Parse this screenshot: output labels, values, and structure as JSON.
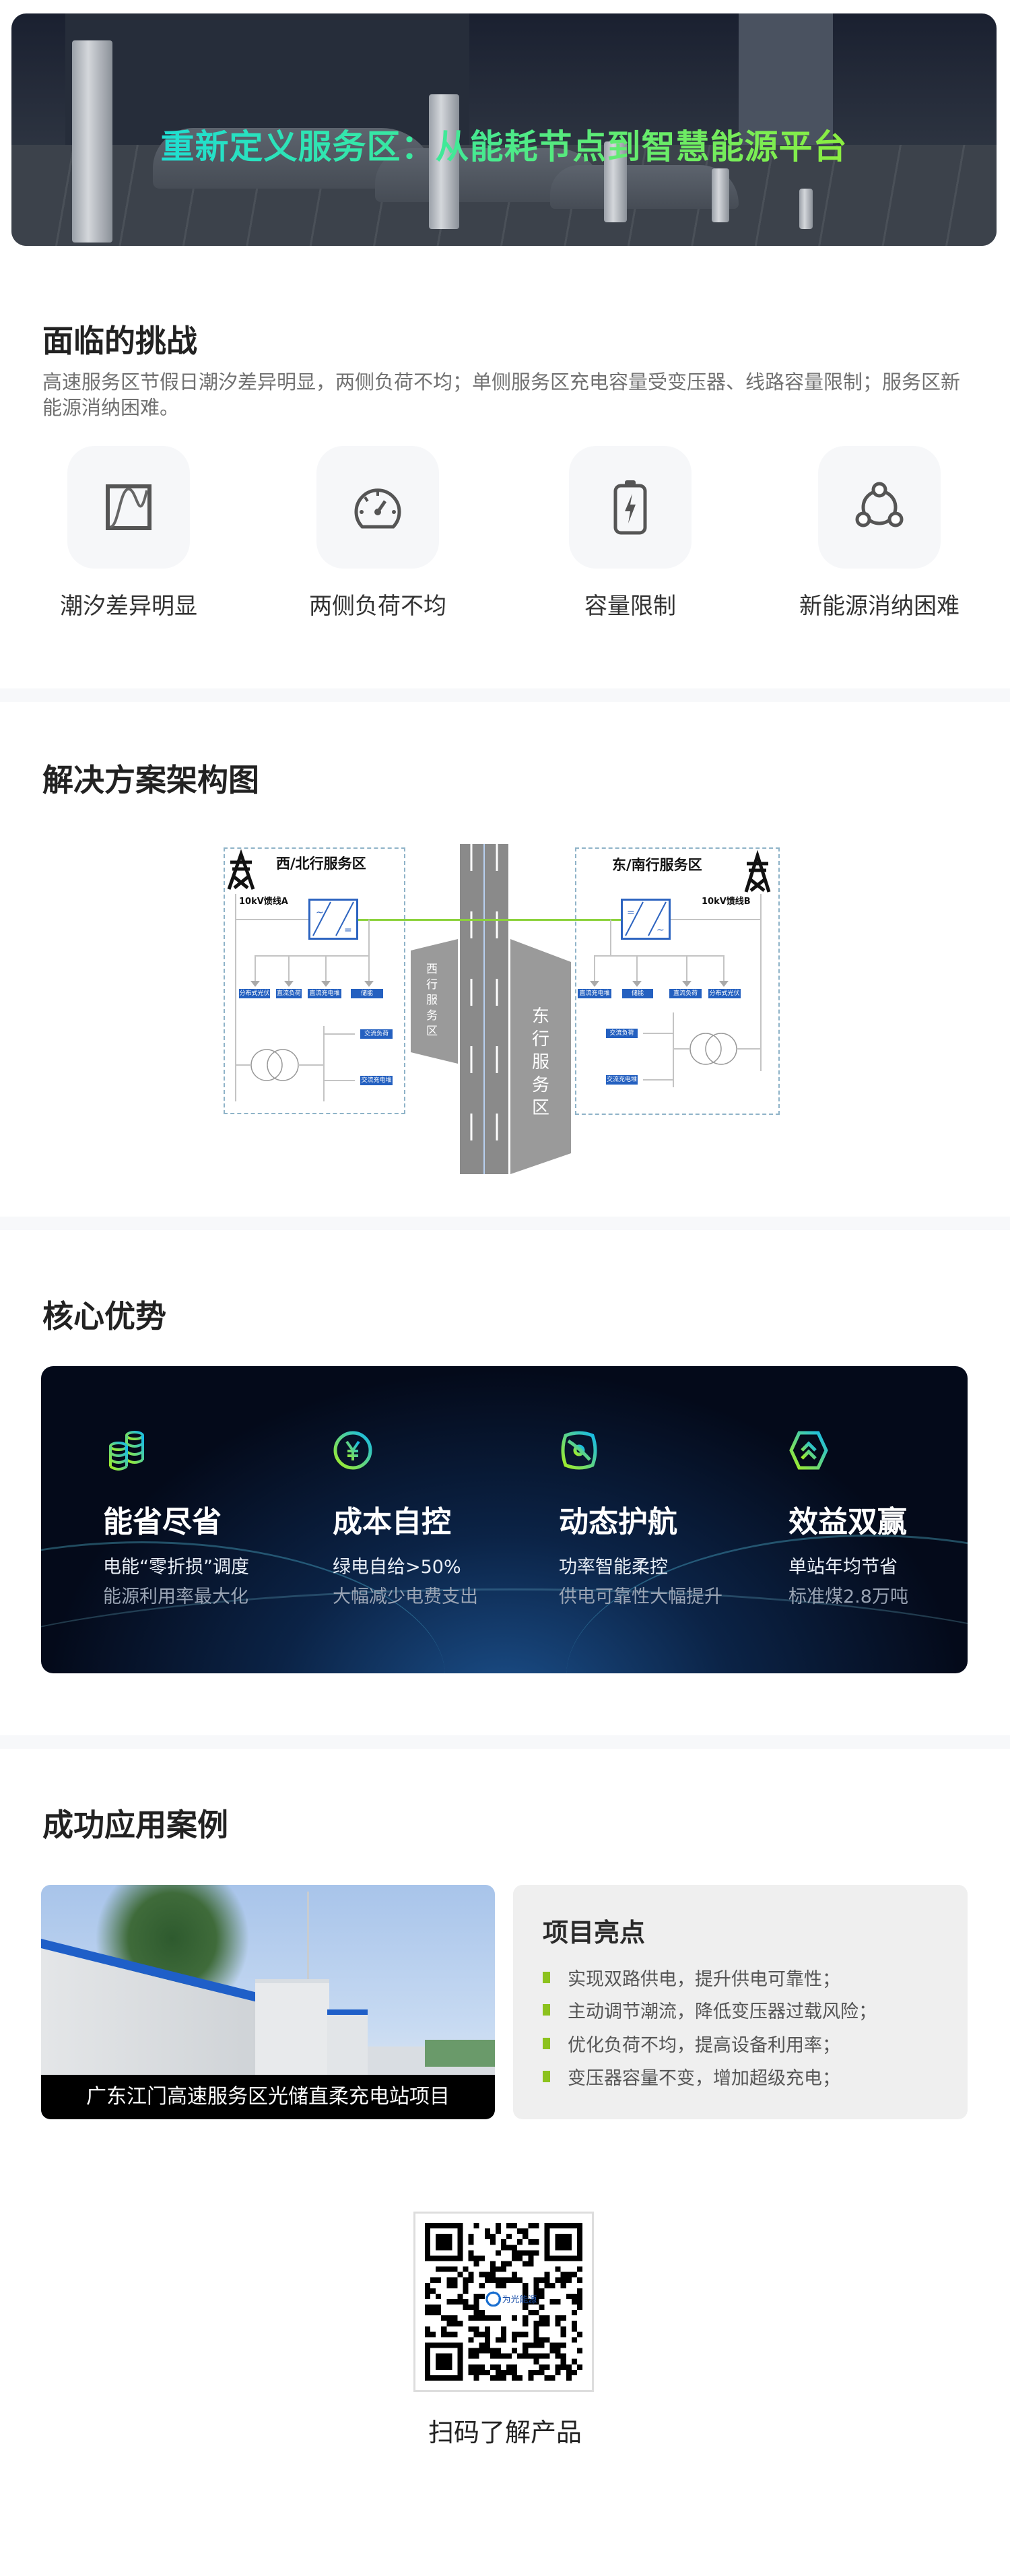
{
  "hero": {
    "title": "重新定义服务区：从能耗节点到智慧能源平台"
  },
  "challenges": {
    "title": "面临的挑战",
    "description": "高速服务区节假日潮汐差异明显，两侧负荷不均；单侧服务区充电容量受变压器、线路容量限制；服务区新能源消纳困难。",
    "items": [
      {
        "icon": "wave-chart-icon",
        "label": "潮汐差异明显"
      },
      {
        "icon": "gauge-icon",
        "label": "两侧负荷不均"
      },
      {
        "icon": "battery-charging-icon",
        "label": "容量限制"
      },
      {
        "icon": "network-nodes-icon",
        "label": "新能源消纳困难"
      }
    ]
  },
  "architecture": {
    "title": "解决方案架构图",
    "west_title": "西/北行服务区",
    "east_title": "东/南行服务区",
    "feeder_a": "10kV馈线A",
    "feeder_b": "10kV馈线B",
    "west_area": "西行服务区",
    "east_area": "东行服务区",
    "west_dc": [
      "分布式光伏",
      "直流负荷",
      "直流充电堆",
      "储能"
    ],
    "east_dc": [
      "直流充电堆",
      "储能",
      "直流负荷",
      "分布式光伏"
    ],
    "west_ac": [
      "交流负荷",
      "交流充电堆"
    ],
    "east_ac": [
      "交流负荷",
      "交流充电堆"
    ],
    "colors": {
      "link": "#8cd23c",
      "box": "#2460c0"
    }
  },
  "advantages": {
    "title": "核心优势",
    "items": [
      {
        "icon": "coins-stack-icon",
        "title": "能省尽省",
        "line1": "电能“零折损”调度",
        "line2": "能源利用率最大化"
      },
      {
        "icon": "yuan-coin-icon",
        "title": "成本自控",
        "line1": "绿电自给>50%",
        "line2": "大幅减少电费支出"
      },
      {
        "icon": "dynamic-orbit-icon",
        "title": "动态护航",
        "line1": "功率智能柔控",
        "line2": "供电可靠性大幅提升"
      },
      {
        "icon": "hexagon-up-icon",
        "title": "效益双赢",
        "line1": "单站年均节省",
        "line2": "标准煤2.8万吨"
      }
    ]
  },
  "cases": {
    "title": "成功应用案例",
    "photo_caption": "广东江门高速服务区光储直柔充电站项目",
    "highlights_title": "项目亮点",
    "highlights": [
      "实现双路供电，提升供电可靠性；",
      "主动调节潮流，降低变压器过载风险；",
      "优化负荷不均，提高设备利用率；",
      "变压器容量不变，增加超级充电；"
    ],
    "accent": "#8cc21d"
  },
  "qr": {
    "caption": "扫码了解产品",
    "logo_text": "为光能源"
  }
}
